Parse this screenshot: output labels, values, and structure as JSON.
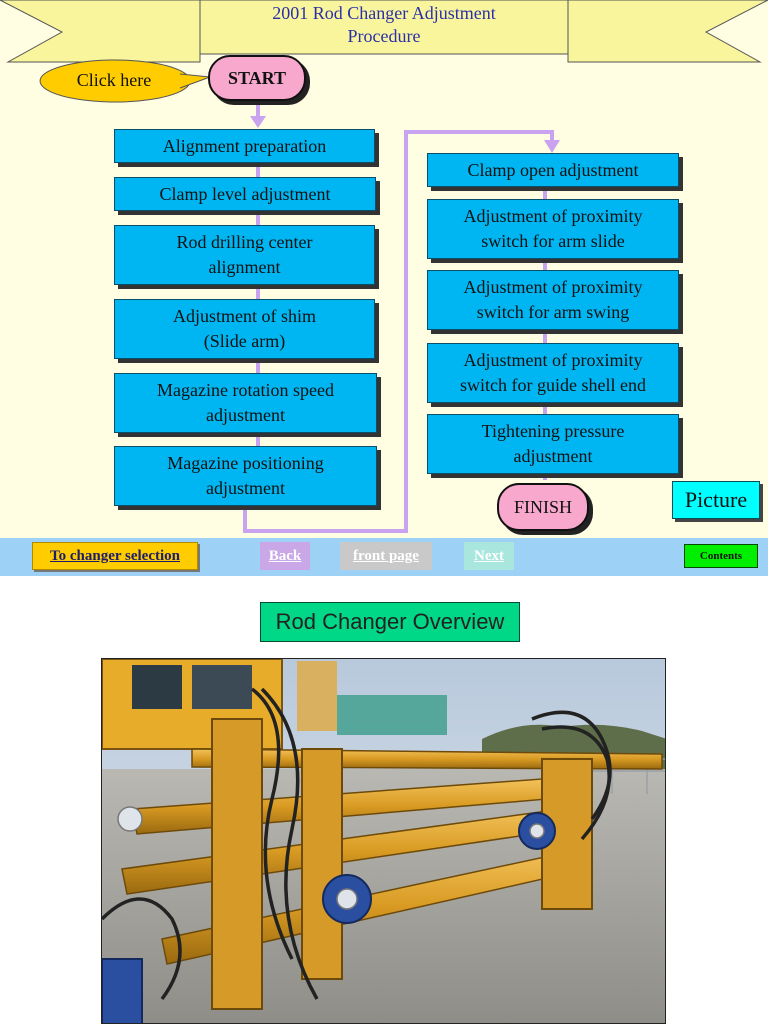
{
  "banner": {
    "title_line1": "2001 Rod Changer Adjustment",
    "title_line2": "Procedure"
  },
  "callout": {
    "label": "Click here"
  },
  "flow": {
    "start": "START",
    "finish": "FINISH",
    "left_steps": [
      {
        "line1": "Alignment preparation",
        "line2": ""
      },
      {
        "line1": "Clamp level adjustment",
        "line2": ""
      },
      {
        "line1": "Rod drilling center",
        "line2": "alignment"
      },
      {
        "line1": "Adjustment of shim",
        "line2": "(Slide arm)"
      },
      {
        "line1": "Magazine rotation speed",
        "line2": "adjustment"
      },
      {
        "line1": "Magazine positioning",
        "line2": "adjustment"
      }
    ],
    "right_steps": [
      {
        "line1": "Clamp open adjustment",
        "line2": ""
      },
      {
        "line1": "Adjustment of proximity",
        "line2": "switch for arm slide"
      },
      {
        "line1": "Adjustment of proximity",
        "line2": "switch for arm swing"
      },
      {
        "line1": "Adjustment of proximity",
        "line2": "switch for guide shell end"
      },
      {
        "line1": "Tightening pressure",
        "line2": "adjustment"
      }
    ]
  },
  "picture_button": {
    "label": "Picture"
  },
  "nav": {
    "changer_selection": "To changer selection",
    "back": "Back",
    "front_page": "front page",
    "next": "Next",
    "contents": "Contents"
  },
  "overview": {
    "title": "Rod Changer Overview"
  },
  "colors": {
    "slide_bg": "#fffde2",
    "banner": "#f8f59c",
    "callout": "#ffcc00",
    "terminal": "#f7a8cc",
    "step_box": "#00b6f2",
    "connector": "#c9a2f0",
    "navbar": "#9ed1f6",
    "overview_title_bg": "#00d787"
  }
}
